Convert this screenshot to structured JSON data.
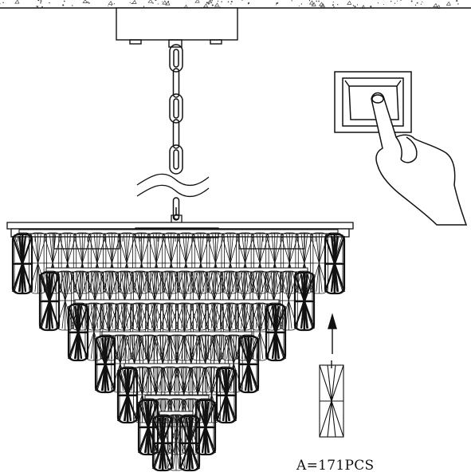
{
  "diagram": {
    "quantity_label": "A=171PCS",
    "colors": {
      "line": "#111111",
      "background": "#ffffff"
    },
    "parts": {
      "ceiling": "ceiling-slab",
      "canopy": "ceiling-canopy",
      "chain": "suspension-chain",
      "switch": "wall-light-switch",
      "hand": "pointing-hand",
      "crystal": "crystal-prism",
      "arrow": "up-arrow"
    }
  }
}
